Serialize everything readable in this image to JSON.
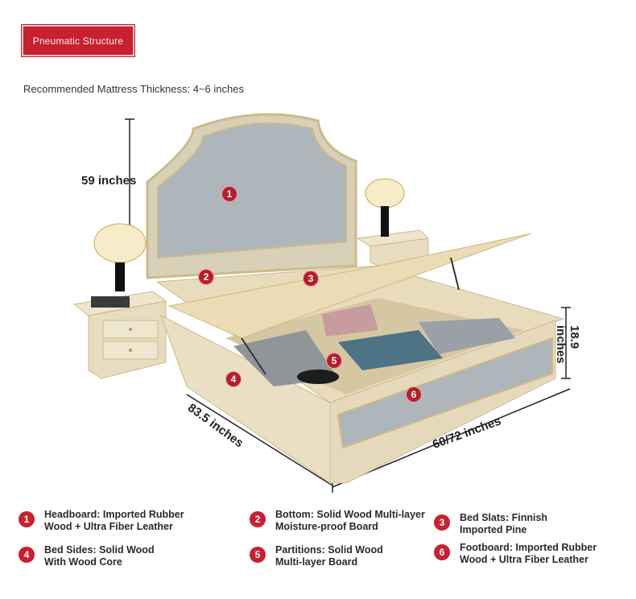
{
  "badge": {
    "label": "Pneumatic Structure"
  },
  "subtitle": "Recommended Mattress Thickness: 4~6 inches",
  "dimensions": {
    "height": "59 inches",
    "height_gas": "18.9 inches",
    "length": "83.5 inches",
    "width": "60/72 inches"
  },
  "markers": [
    "1",
    "2",
    "3",
    "4",
    "5",
    "6"
  ],
  "legend": [
    {
      "num": "1",
      "text": "Headboard: Imported Rubber\nWood + Ultra Fiber Leather"
    },
    {
      "num": "2",
      "text": "Bottom: Solid Wood Multi-layer\nMoisture-proof Board"
    },
    {
      "num": "3",
      "text": "Bed Slats: Finnish\nImported Pine"
    },
    {
      "num": "4",
      "text": "Bed Sides: Solid Wood\nWith Wood Core"
    },
    {
      "num": "5",
      "text": "Partitions: Solid Wood\nMulti-layer Board"
    },
    {
      "num": "6",
      "text": "Footboard: Imported Rubber\nWood + Ultra Fiber Leather"
    }
  ],
  "colors": {
    "accent": "#c8202f",
    "leather": "#b9bec3",
    "wood": "#e9dcbc",
    "gold": "#cdb98a"
  }
}
